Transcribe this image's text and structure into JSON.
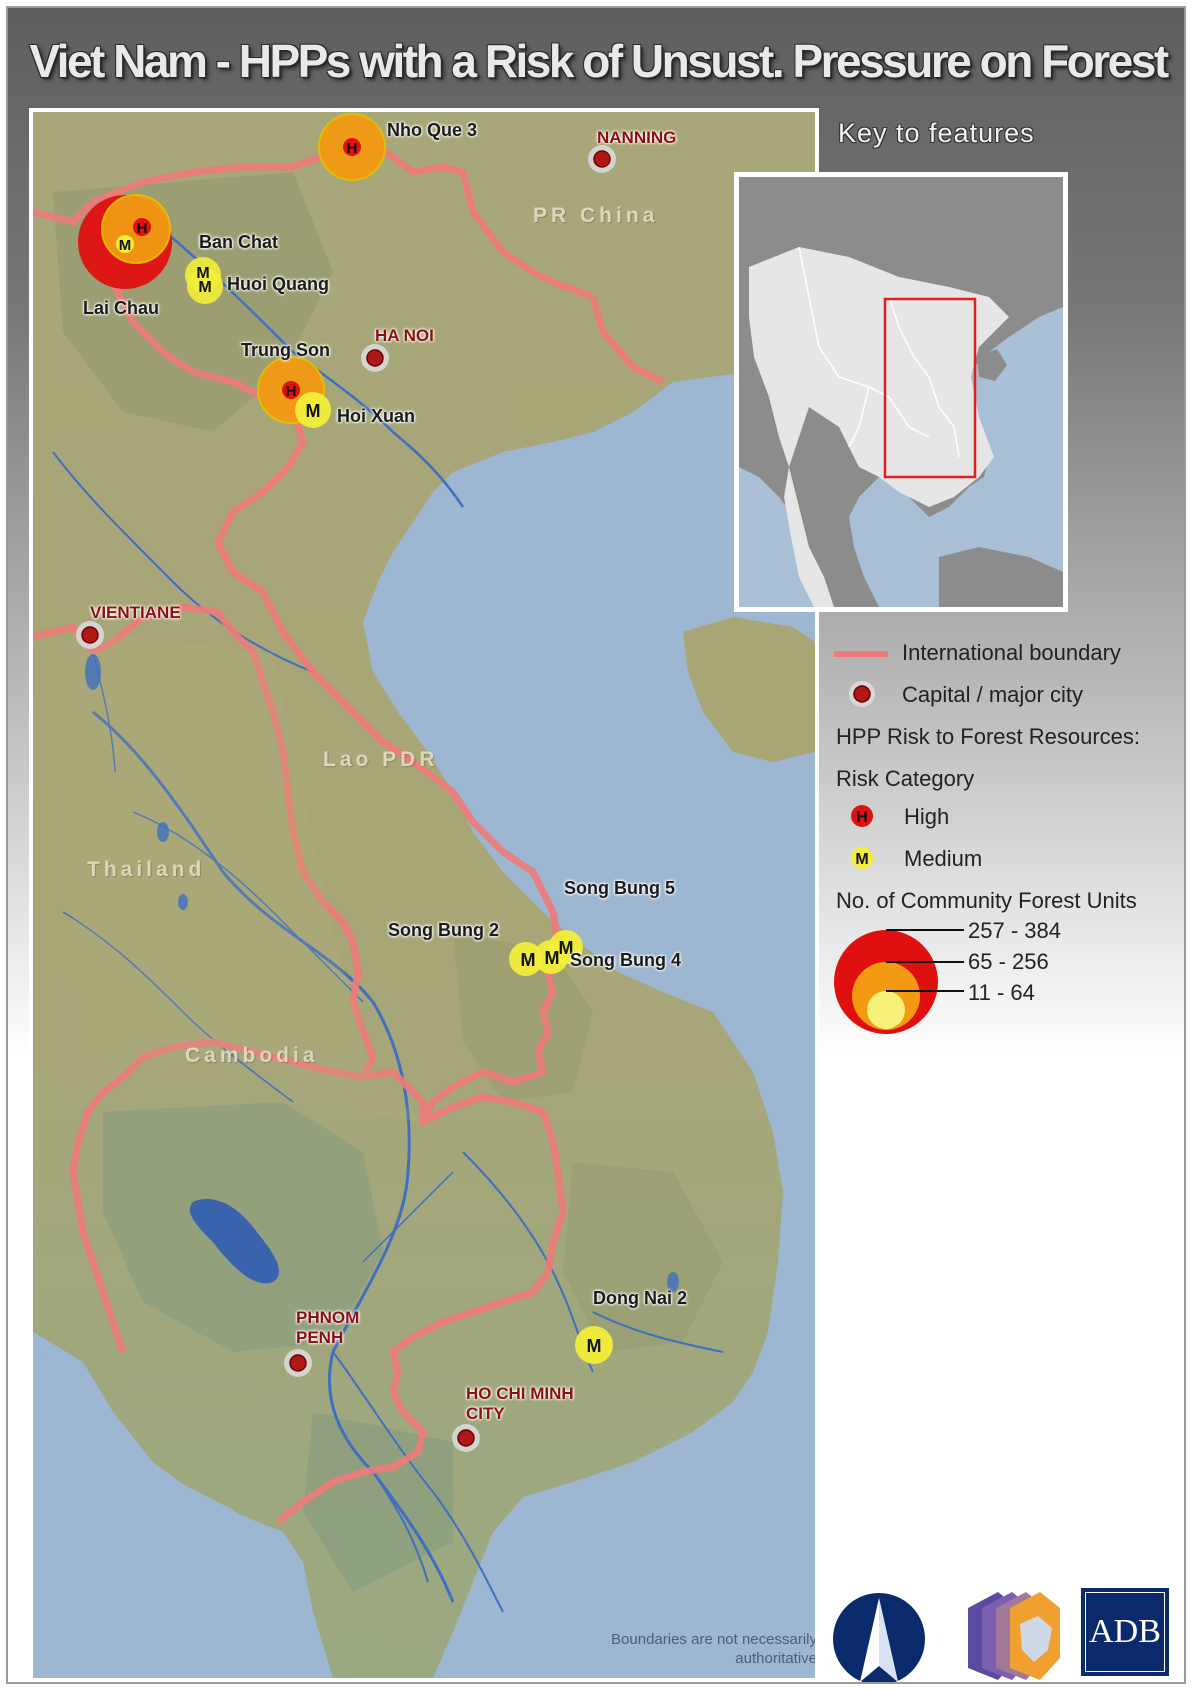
{
  "title": "Viet Nam - HPPs with a Risk of Unsust. Pressure on Forest",
  "key_title": "Key to features",
  "countries": {
    "china": "PR China",
    "laos": "Lao PDR",
    "thailand": "Thailand",
    "cambodia": "Cambodia"
  },
  "cities": {
    "nanning": "NANNING",
    "hanoi": "HA NOI",
    "vientiane": "VIENTIANE",
    "phnom_penh": "PHNOM PENH",
    "hcmc": "HO CHI MINH CITY"
  },
  "hpps": {
    "nho_que_3": "Nho Que 3",
    "ban_chat": "Ban Chat",
    "huoi_quang": "Huoi Quang",
    "lai_chau": "Lai Chau",
    "trung_son": "Trung Son",
    "hoi_xuan": "Hoi Xuan",
    "song_bung_5": "Song Bung 5",
    "song_bung_2": "Song Bung 2",
    "song_bung_4": "Song Bung 4",
    "dong_nai_2": "Dong Nai 2"
  },
  "markers": {
    "high": "H",
    "medium": "M"
  },
  "legend": {
    "boundary": "International boundary",
    "capital": "Capital / major city",
    "risk_heading": "HPP Risk to Forest Resources:",
    "risk_category": "Risk Category",
    "high": "High",
    "medium": "Medium",
    "units_heading": "No. of Community Forest Units",
    "size_large": "257 - 384",
    "size_mid": "65 - 256",
    "size_small": "11 - 64"
  },
  "disclaimer": "Boundaries are not necessarily authoritative",
  "logo_text": "ADB",
  "colors": {
    "high": "#e01010",
    "medium": "#f2ee3a",
    "orange": "#f39a12",
    "boundary": "#f07a7a",
    "city": "#b01818"
  }
}
